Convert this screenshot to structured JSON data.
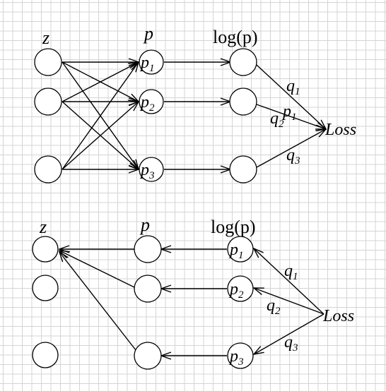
{
  "diagrams": [
    {
      "column_headers": {
        "z": "z",
        "p": "p",
        "log_p": "log(p)"
      },
      "middle_nodes": [
        {
          "base": "p",
          "sub": "1"
        },
        {
          "base": "p",
          "sub": "2"
        },
        {
          "base": "p",
          "sub": "3"
        }
      ],
      "weights": [
        {
          "base": "q",
          "sub": "1"
        },
        {
          "base": "q",
          "sub": "2"
        },
        {
          "base": "q",
          "sub": "3"
        }
      ],
      "overlap_label": {
        "base": "p",
        "sub": "1"
      },
      "loss": "Loss"
    },
    {
      "column_headers": {
        "z": "z",
        "p": "p",
        "log_p": "log(p)"
      },
      "log_nodes": [
        {
          "base": "p",
          "sub": "1"
        },
        {
          "base": "p",
          "sub": "2"
        },
        {
          "base": "p",
          "sub": "3"
        }
      ],
      "weights": [
        {
          "base": "q",
          "sub": "1"
        },
        {
          "base": "q",
          "sub": "2"
        },
        {
          "base": "q",
          "sub": "3"
        }
      ],
      "loss": "Loss"
    }
  ]
}
